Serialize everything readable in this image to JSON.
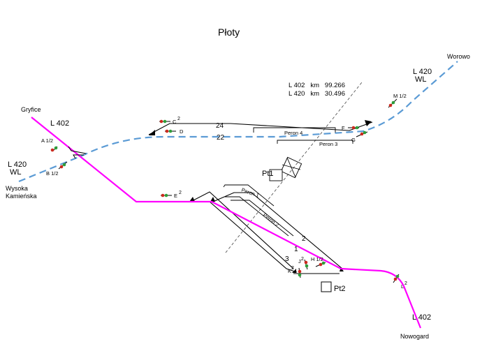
{
  "title": "Płoty",
  "colors": {
    "line402": "#ff00ff",
    "line420": "#5b9bd5",
    "track": "#000000",
    "signal_red": "#cc2a1e",
    "signal_green": "#2e9e3a"
  },
  "places": {
    "gryfice": "Gryfice",
    "wysoka_1": "Wysoka",
    "wysoka_2": "Kamieńska",
    "worowo": "Worowo",
    "nowogard": "Nowogard"
  },
  "line_labels": {
    "l402_left": "L 402",
    "l402_right": "L 402",
    "l420_left": "L 420",
    "l420_left_wl": "WL",
    "l420_right": "L 420",
    "l420_right_wl": "WL"
  },
  "km_post": {
    "line1": "L 402   km   99.266",
    "line2": "L 420   km   30.496"
  },
  "tracks": {
    "t24": "24",
    "t22": "22",
    "t1": "1",
    "t2": "2",
    "t3": "3"
  },
  "platforms": {
    "p1": "Peron 1",
    "p2": "Peron 2",
    "p3": "Peron 3",
    "p4": "Peron 4"
  },
  "posts": {
    "pt1": "Pt1",
    "pt2": "Pt2"
  },
  "signals": {
    "a": "A 1/2",
    "b": "B 1/2",
    "c": "C",
    "c_sup": "2",
    "d": "D",
    "e": "E",
    "e_sup": "2",
    "f": "F",
    "g": "G",
    "h": "H 1/2",
    "j": "J",
    "j_sup": "2",
    "k": "K",
    "k_sup": "2",
    "l": "L",
    "l_sup": "2",
    "m": "M 1/2"
  }
}
